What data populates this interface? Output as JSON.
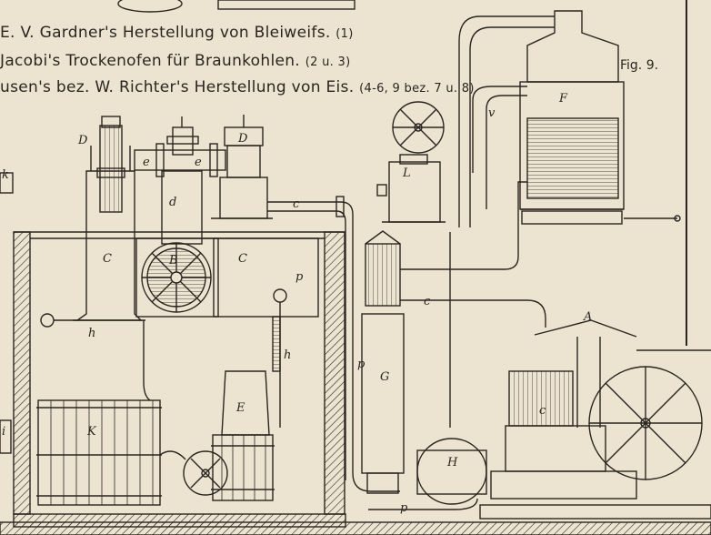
{
  "captions": [
    {
      "text": "E. V. Gardner's  Herstellung von Bleiweifs.",
      "ref": "(1)"
    },
    {
      "text": "Jacobi's  Trockenofen für Braunkohlen.",
      "ref": "(2 u. 3)"
    },
    {
      "text": "usen's bez. W. Richter's Herstellung von Eis.",
      "ref": "(4-6, 9 bez. 7 u. 8)"
    }
  ],
  "figure_label": "Fig. 9.",
  "part_labels": {
    "D1": "D",
    "D2": "D",
    "e1": "e",
    "e2": "e",
    "d": "d",
    "c_top": "c",
    "C1": "C",
    "B": "B",
    "C2": "C",
    "p1": "p",
    "h1": "h",
    "h2": "h",
    "K": "K",
    "E": "E",
    "L": "L",
    "v": "v",
    "F": "F",
    "c_mid": "c",
    "p2": "p",
    "G": "G",
    "A": "A",
    "c_right": "c",
    "H": "H",
    "p3": "p",
    "k_edge": "k",
    "i_edge": "i"
  },
  "colors": {
    "paper": "#ece4d0",
    "ink": "#2a2520"
  }
}
